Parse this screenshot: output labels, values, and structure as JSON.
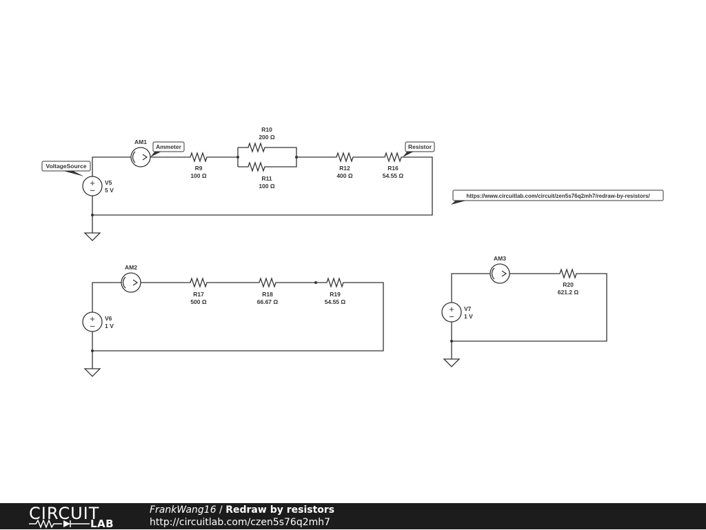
{
  "circuit": {
    "top": {
      "source": {
        "name": "V5",
        "value": "5 V",
        "tag": "VoltageSource"
      },
      "ammeter": {
        "name": "AM1",
        "tag": "Ammeter"
      },
      "resistors": [
        {
          "name": "R9",
          "value": "100 Ω"
        },
        {
          "name": "R10",
          "value": "200 Ω"
        },
        {
          "name": "R11",
          "value": "100 Ω"
        },
        {
          "name": "R12",
          "value": "400 Ω"
        },
        {
          "name": "R16",
          "value": "54.55 Ω",
          "tag": "Resistor"
        }
      ],
      "link": "https://www.circuitlab.com/circuit/zen5s76q2mh7/redraw-by-resistors/"
    },
    "bottom_left": {
      "source": {
        "name": "V6",
        "value": "1 V"
      },
      "ammeter": {
        "name": "AM2"
      },
      "resistors": [
        {
          "name": "R17",
          "value": "500 Ω"
        },
        {
          "name": "R18",
          "value": "66.67 Ω"
        },
        {
          "name": "R19",
          "value": "54.55 Ω"
        }
      ]
    },
    "bottom_right": {
      "source": {
        "name": "V7",
        "value": "1 V"
      },
      "ammeter": {
        "name": "AM3"
      },
      "resistors": [
        {
          "name": "R20",
          "value": "621.2 Ω"
        }
      ]
    }
  },
  "footer": {
    "logo_top": "CIRCUIT",
    "logo_bottom": "LAB",
    "author": "FrankWang16",
    "separator": " / ",
    "title": "Redraw by resistors",
    "url": "http://circuitlab.com/czen5s76q2mh7"
  }
}
